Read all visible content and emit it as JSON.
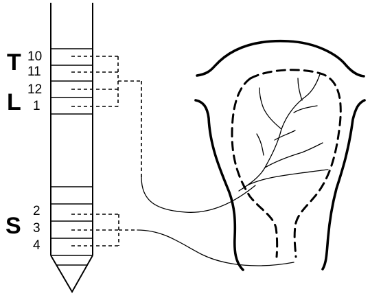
{
  "regions": {
    "thoracic": "T",
    "lumbar": "L",
    "sacral": "S"
  },
  "segments": {
    "t10": "10",
    "t11": "11",
    "l12": "12",
    "l1": "1",
    "s2": "2",
    "s3": "3",
    "s4": "4"
  }
}
